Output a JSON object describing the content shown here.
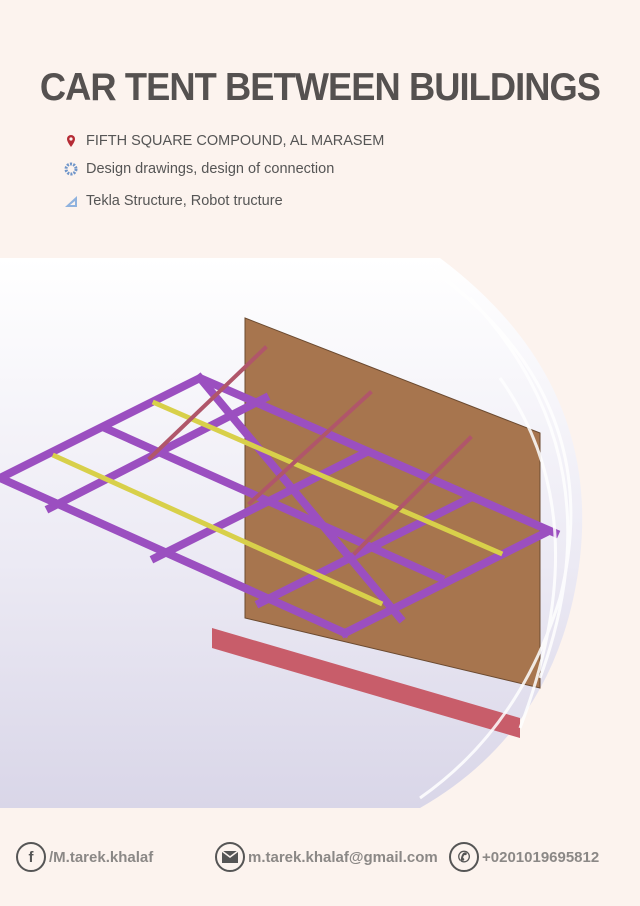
{
  "title": "CAR TENT BETWEEN BUILDINGS",
  "details": [
    {
      "icon": "location-pin-icon",
      "text": "FIFTH SQUARE COMPOUND, AL MARASEM"
    },
    {
      "icon": "gear-icon",
      "text": "Design drawings, design of connection"
    },
    {
      "icon": "set-square-icon",
      "text": "Tekla Structure, Robot tructure"
    }
  ],
  "contacts": {
    "facebook": "/M.tarek.khalaf",
    "email": "m.tarek.khalaf@gmail.com",
    "phone": "+0201019695812"
  },
  "colors": {
    "title": "#555150",
    "pin": "#b52b35",
    "gear": "#6f95c9",
    "frame": "#9b4fc0",
    "wall": "#a7754e",
    "purlin": "#d8d04a"
  }
}
